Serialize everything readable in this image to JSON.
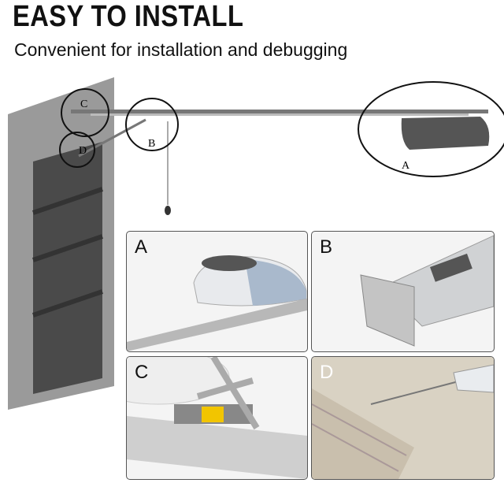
{
  "header": {
    "title": "EASY TO INSTALL",
    "subtitle": "Convenient for installation and debugging"
  },
  "diagram": {
    "callouts": [
      "A",
      "B",
      "C",
      "D"
    ]
  },
  "panels": [
    {
      "label": "A"
    },
    {
      "label": "B"
    },
    {
      "label": "C"
    },
    {
      "label": "D"
    }
  ]
}
